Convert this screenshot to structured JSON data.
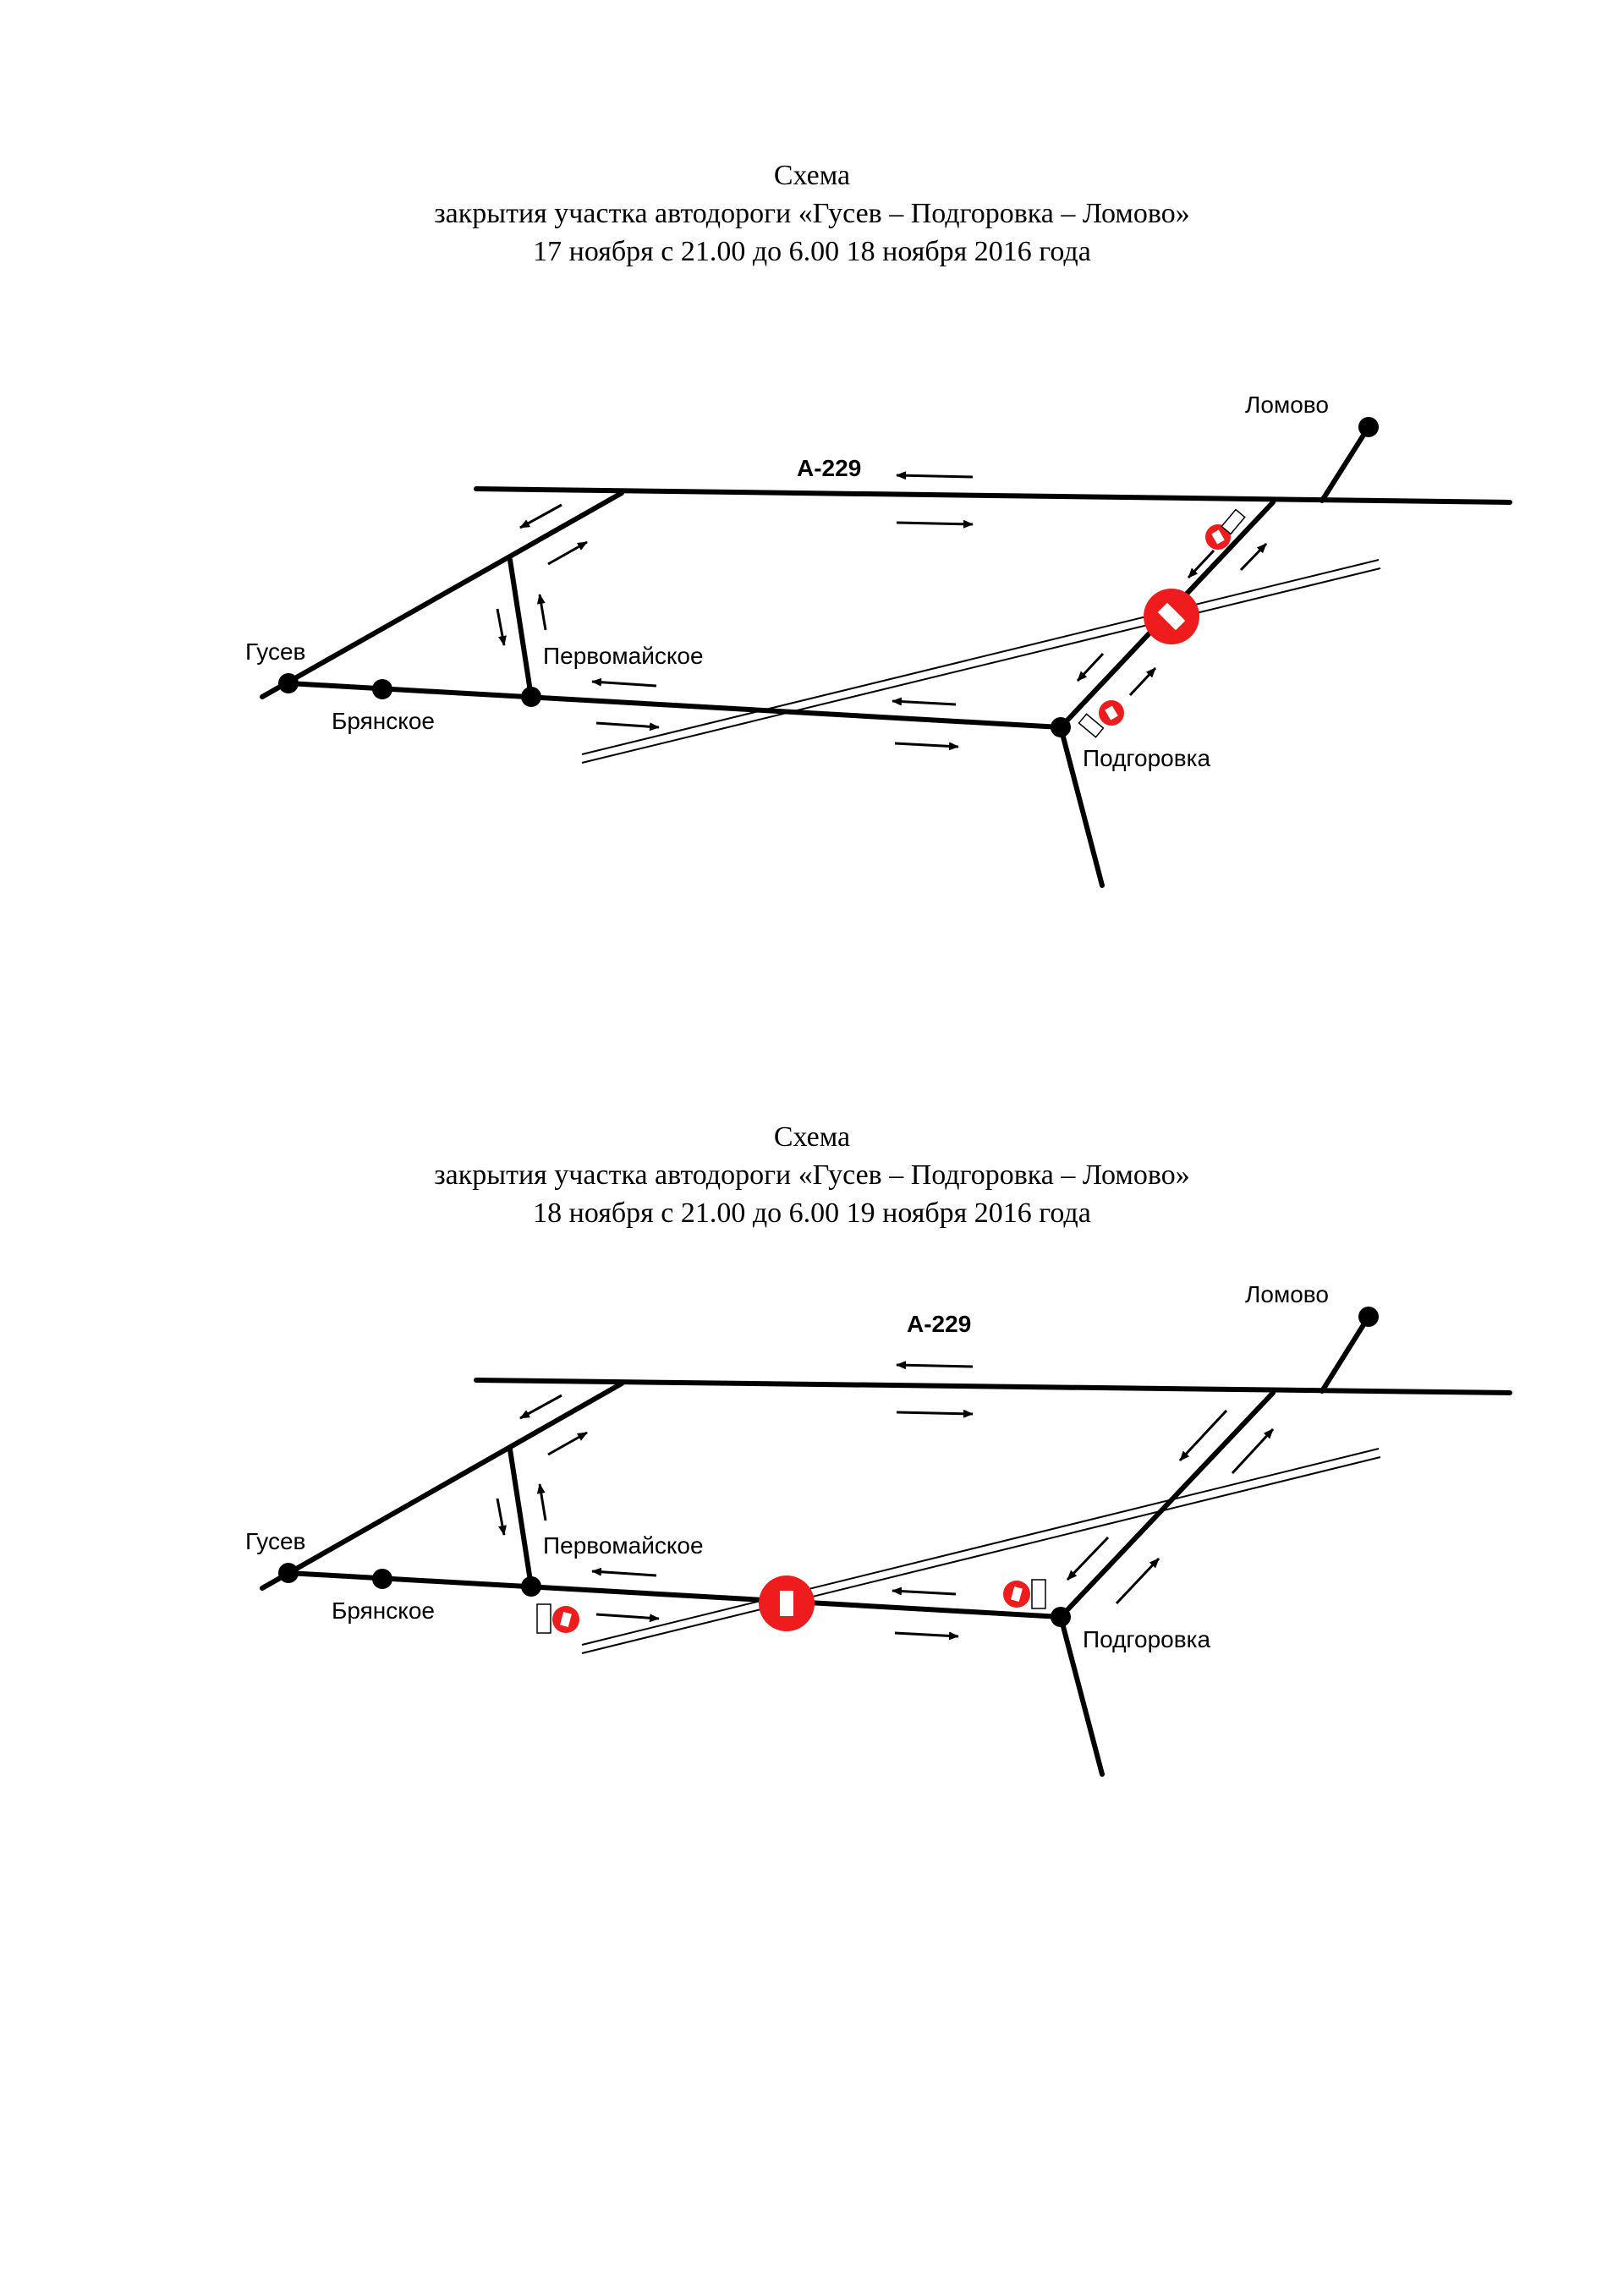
{
  "schemes": [
    {
      "title": "Схема",
      "subtitle": "закрытия участка автодороги «Гусев – Подгоровка – Ломово»",
      "period": "17 ноября с 21.00 до 6.00 18 ноября 2016 года",
      "labels": {
        "road": "А-229",
        "lomovo": "Ломово",
        "gusev": "Гусев",
        "pervomayskoe": "Первомайское",
        "bryanskoe": "Брянское",
        "podgorovka": "Подгоровка"
      }
    },
    {
      "title": "Схема",
      "subtitle": "закрытия участка автодороги «Гусев – Подгоровка – Ломово»",
      "period": "18 ноября с 21.00 до 6.00 19 ноября 2016 года",
      "labels": {
        "road": "А-229",
        "lomovo": "Ломово",
        "gusev": "Гусев",
        "pervomayskoe": "Первомайское",
        "bryanskoe": "Брянское",
        "podgorovka": "Подгоровка"
      }
    }
  ],
  "colors": {
    "sign_red": "#ee1c1c",
    "road": "#000000"
  }
}
